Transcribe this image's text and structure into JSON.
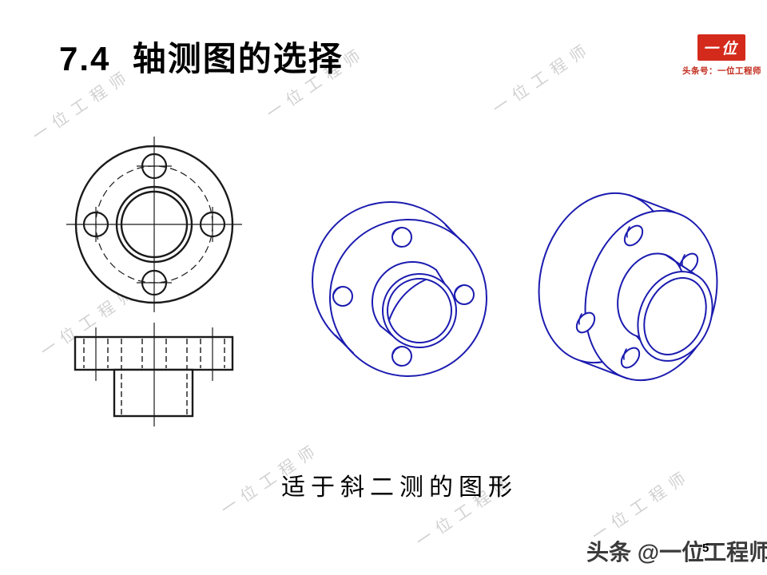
{
  "slide": {
    "title": "7.4  轴测图的选择",
    "caption": "适于斜二测的图形",
    "footer_text": "头条 @一位工程师",
    "page_number": "5",
    "watermark_text": "一位工程师",
    "background_color": "#ffffff"
  },
  "logo": {
    "badge_text": "一位",
    "caption": "头条号：一位工程师",
    "badge_color": "#d42a1c",
    "caption_color": "#c22819"
  },
  "figures": {
    "orthographic_views": {
      "name": "flange-orthographic-two-views",
      "line_color": "#1a1a1a"
    },
    "oblique_axonometric": {
      "name": "flange-oblique-dimetric-view",
      "line_color": "#1b1bb0"
    },
    "isometric_axonometric": {
      "name": "flange-isometric-view",
      "line_color": "#1b1bb0"
    }
  }
}
